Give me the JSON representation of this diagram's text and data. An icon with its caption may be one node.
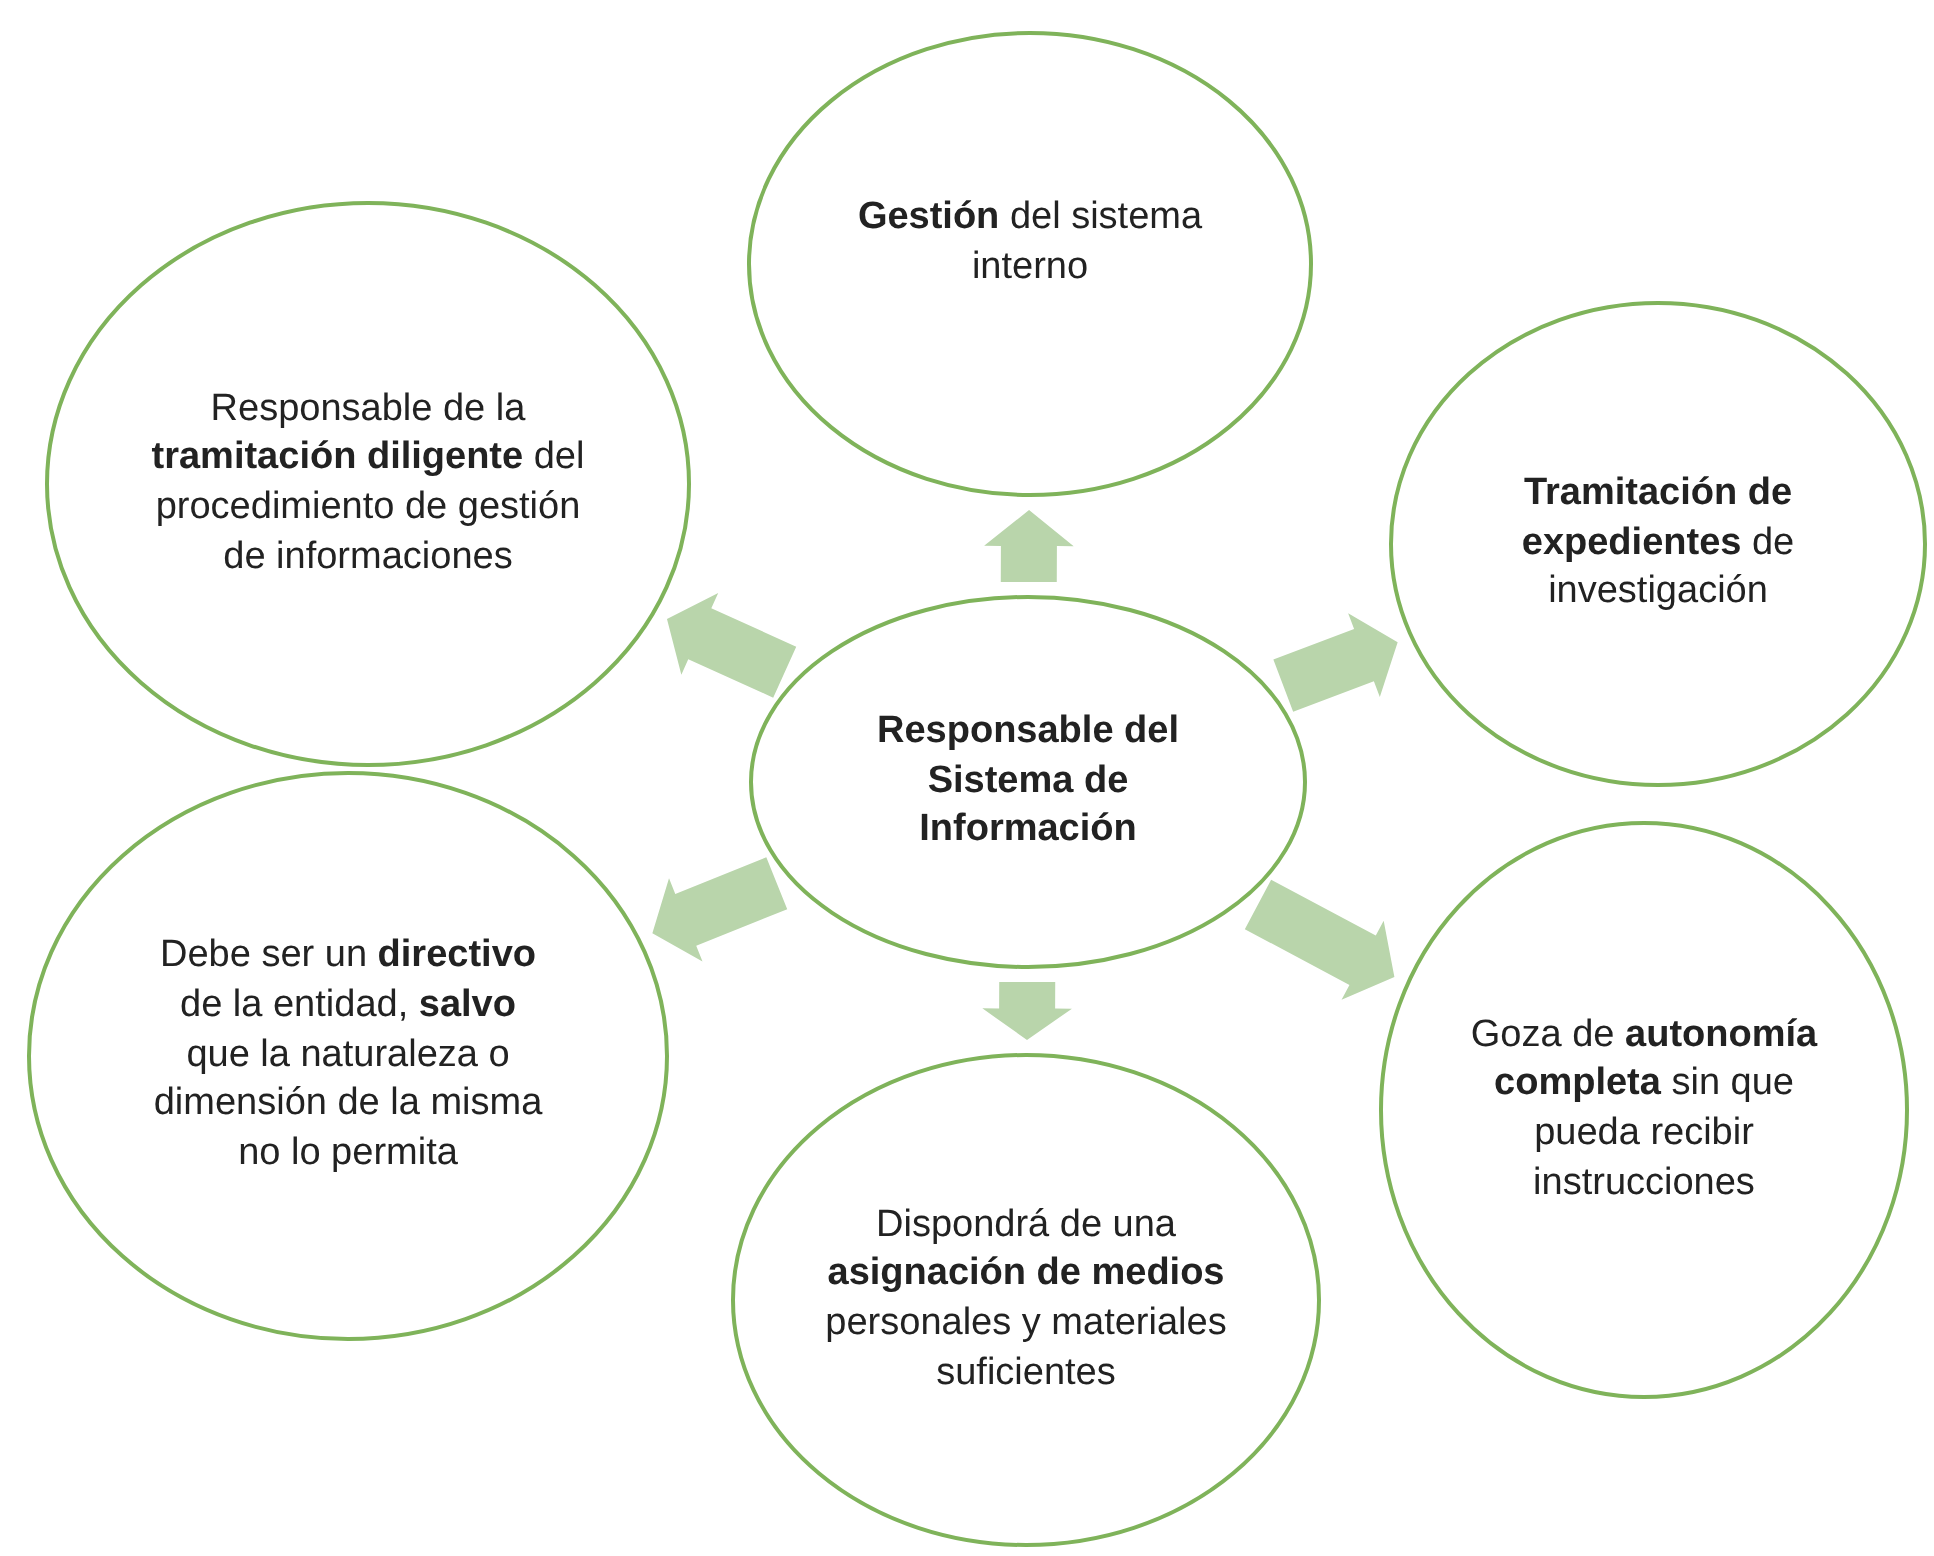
{
  "diagram": {
    "nodes": [
      {
        "text": [
          "Responsable del Sistema de Información"
        ]
      },
      {
        "text": [
          "**Gestión** del sistema interno"
        ]
      },
      {
        "text": [
          "Responsable de la **tramitación diligente** del procedimiento de gestión de informaciones"
        ]
      },
      {
        "text": [
          "**Tramitación de expedientes** de investigación"
        ]
      },
      {
        "text": [
          "Debe ser un **directivo** de la entidad, **salvo** que la naturaleza o dimensión de la misma no lo permita"
        ]
      },
      {
        "text": [
          "Goza de **autonomía completa** sin que pueda recibir instrucciones"
        ]
      },
      {
        "text": [
          "Dispondrá de una **asignación de medios** personales y materiales suficientes"
        ]
      }
    ],
    "edges": [
      {
        "from": 0,
        "to": 1,
        "arrow": "to",
        "style": "thick"
      },
      {
        "from": 0,
        "to": 2,
        "arrow": "to",
        "style": "thick"
      },
      {
        "from": 0,
        "to": 3,
        "arrow": "to",
        "style": "thick"
      },
      {
        "from": 0,
        "to": 4,
        "arrow": "to",
        "style": "thick"
      },
      {
        "from": 0,
        "to": 5,
        "arrow": "to",
        "style": "thick"
      },
      {
        "from": 0,
        "to": 6,
        "arrow": "to",
        "style": "thick"
      }
    ]
  }
}
